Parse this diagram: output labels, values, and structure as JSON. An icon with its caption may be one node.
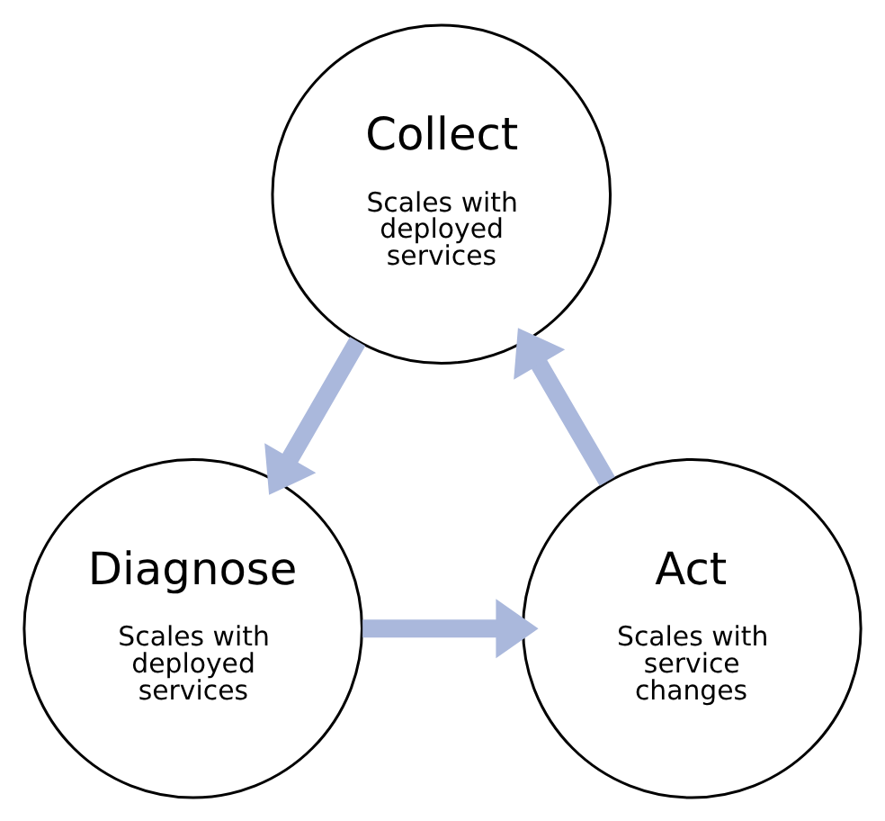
{
  "diagram": {
    "nodes": [
      {
        "text": [
          "Collect",
          "Scales with deployed services"
        ]
      },
      {
        "text": [
          "Diagnose",
          "Scales with deployed services"
        ]
      },
      {
        "text": [
          "Act",
          "Scales with service changes"
        ]
      }
    ],
    "edges": [
      {
        "from": 0,
        "to": 1,
        "arrow": "to"
      },
      {
        "from": 1,
        "to": 2,
        "arrow": "to"
      },
      {
        "from": 2,
        "to": 0,
        "arrow": "to"
      }
    ]
  }
}
